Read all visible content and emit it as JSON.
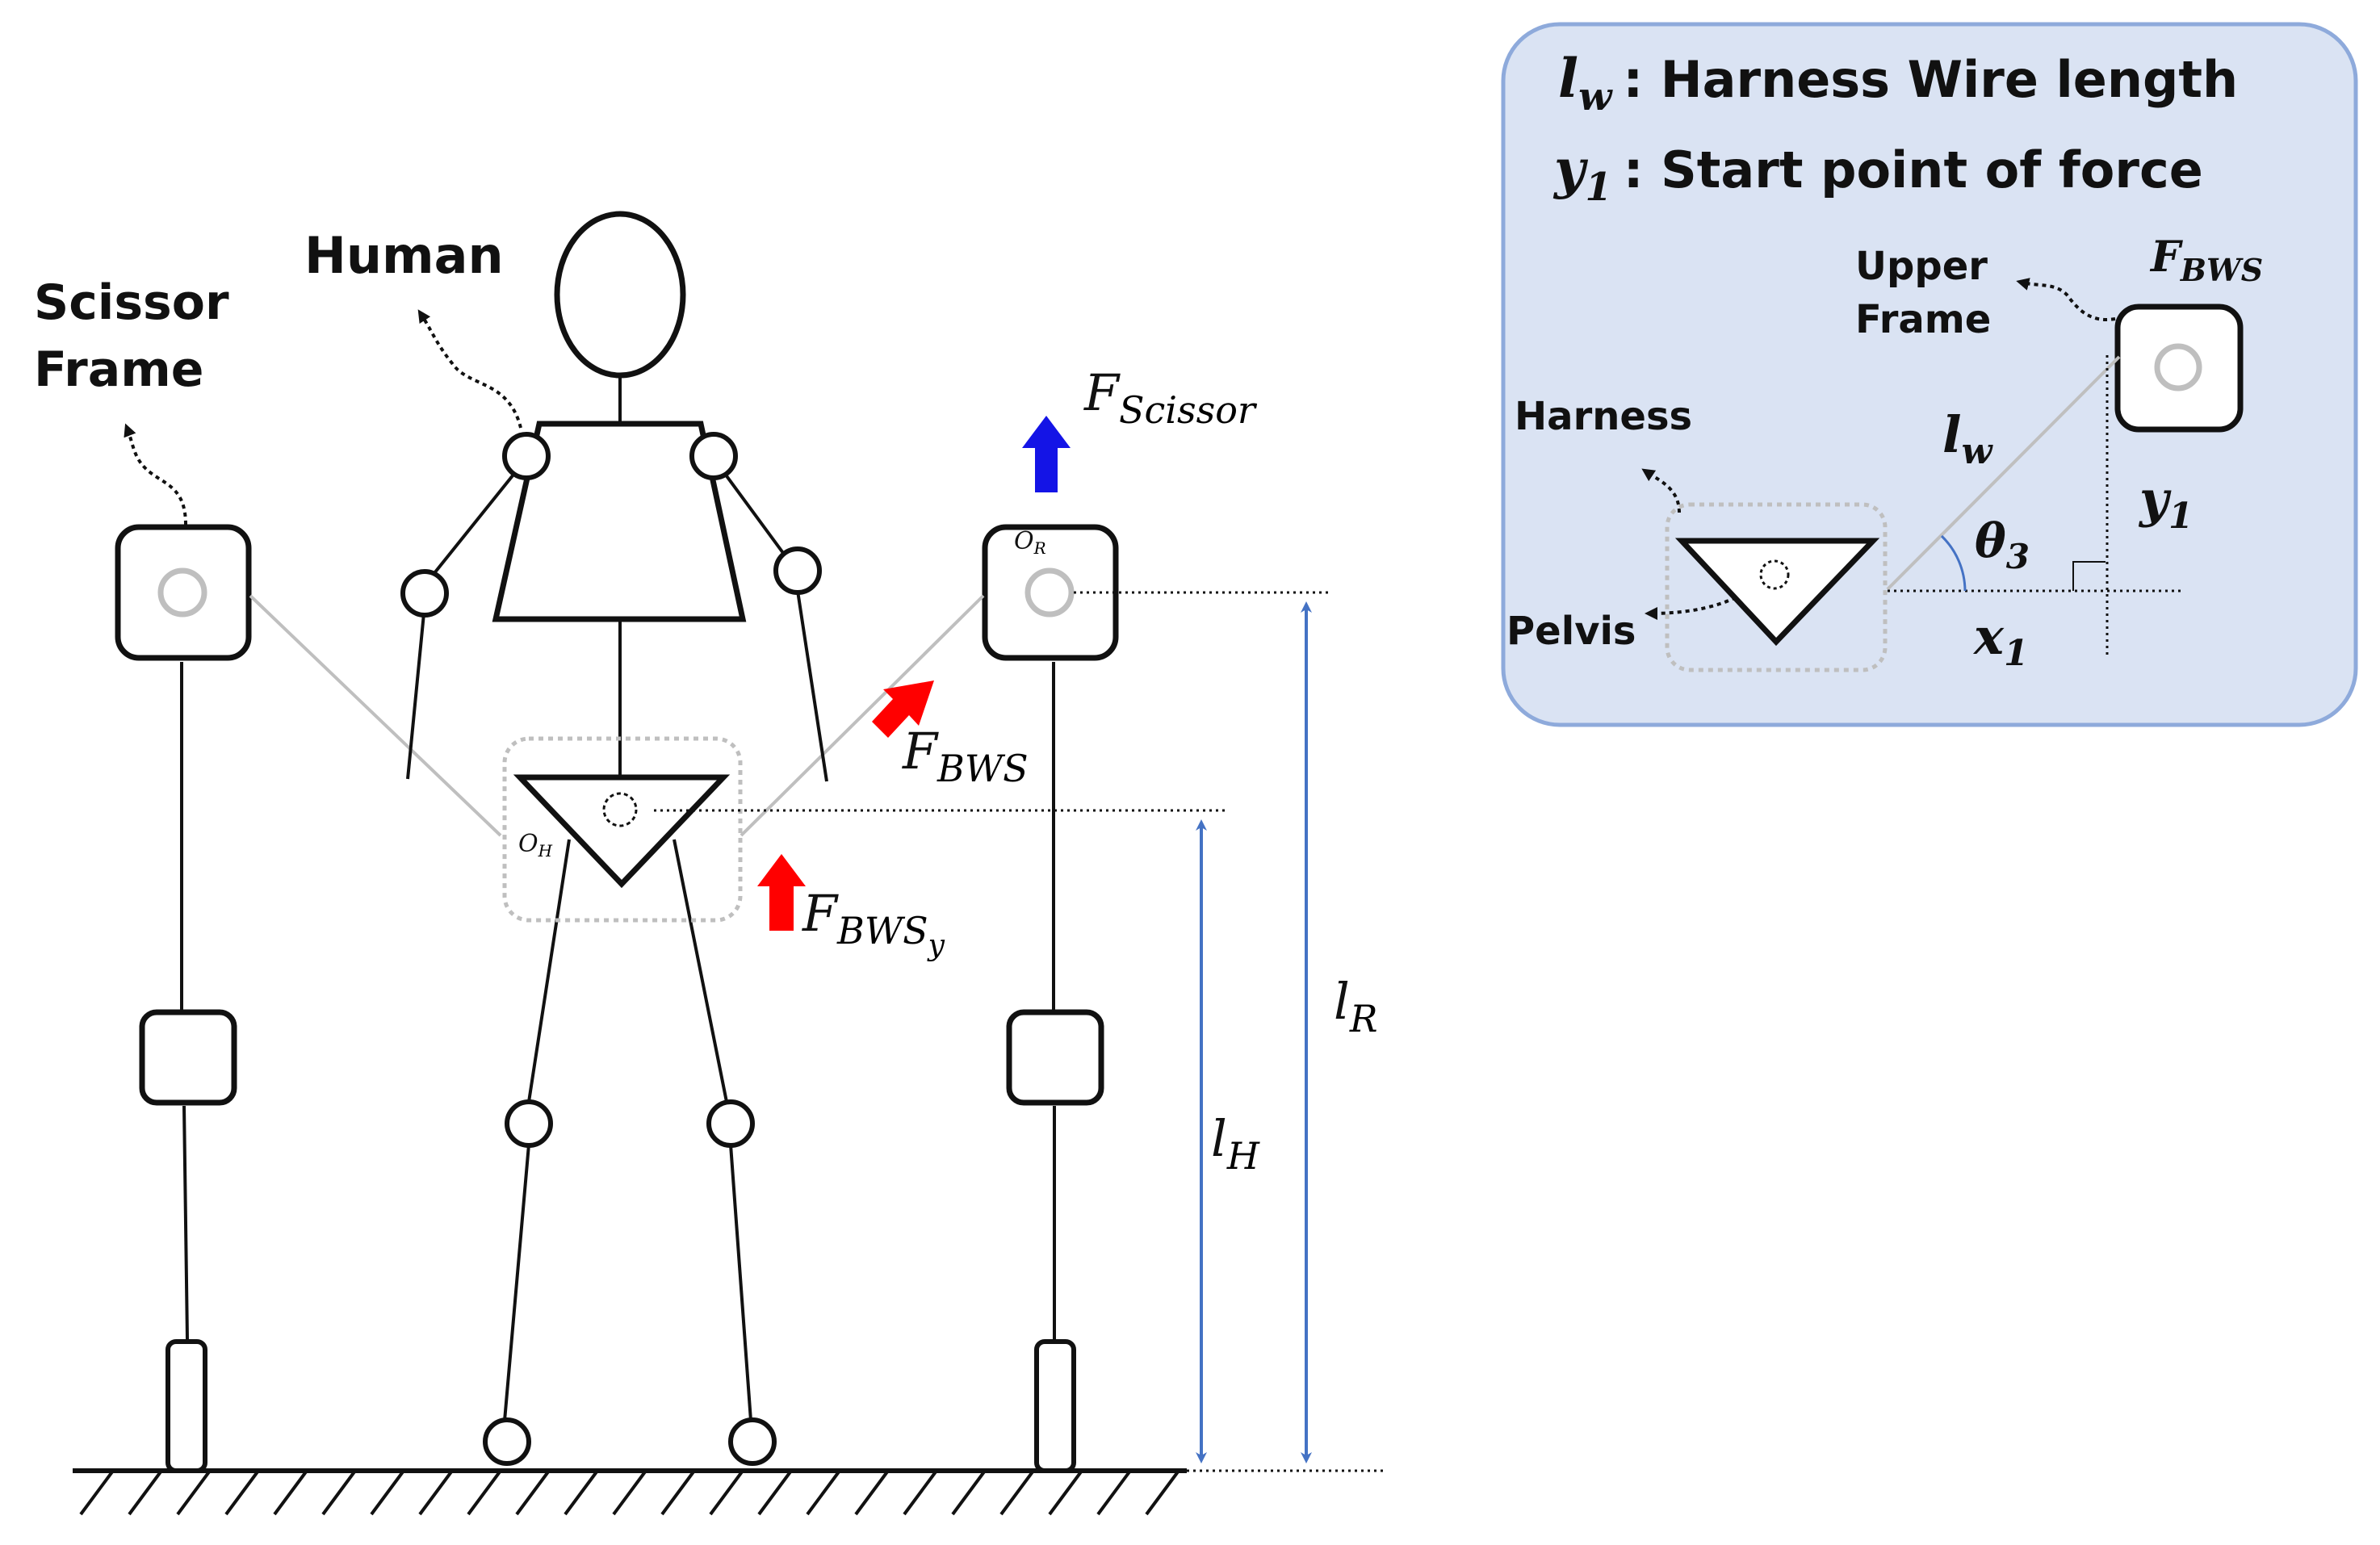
{
  "labels": {
    "scissor_frame_1": "Scissor",
    "scissor_frame_2": "Frame",
    "human": "Human",
    "o_h_main": "O",
    "o_h_sub": "H",
    "o_r_main": "O",
    "o_r_sub": "R"
  },
  "forces": {
    "scissor_main": "F",
    "scissor_sub": "Scissor",
    "bws_main": "F",
    "bws_sub": "BWS",
    "bwsy_main": "F",
    "bwsy_sub": "BWS",
    "bwsy_subsub": "y"
  },
  "dimensions": {
    "l_h_main": "l",
    "l_h_sub": "H",
    "l_r_main": "l",
    "l_r_sub": "R"
  },
  "inset": {
    "lw_main": "l",
    "lw_sub": "w",
    "lw_desc": ": Harness Wire length",
    "y1_main": "y",
    "y1_sub": "1",
    "y1_desc": ": Start point of force",
    "upper_frame_1": "Upper",
    "upper_frame_2": "Frame",
    "fbws_main": "F",
    "fbws_sub": "BWS",
    "harness": "Harness",
    "pelvis": "Pelvis",
    "wire_lw_main": "l",
    "wire_lw_sub": "w",
    "theta_main": "θ",
    "theta_sub": "3",
    "y1b_main": "y",
    "y1b_sub": "1",
    "x1_main": "x",
    "x1_sub": "1"
  },
  "colors": {
    "force_red": "#ff0000",
    "force_blue": "#1414e6",
    "dimension_blue": "#4472c4",
    "inset_fill": "#dae3f3",
    "inset_border": "#8eaadb",
    "grey": "#bfbfbf"
  }
}
